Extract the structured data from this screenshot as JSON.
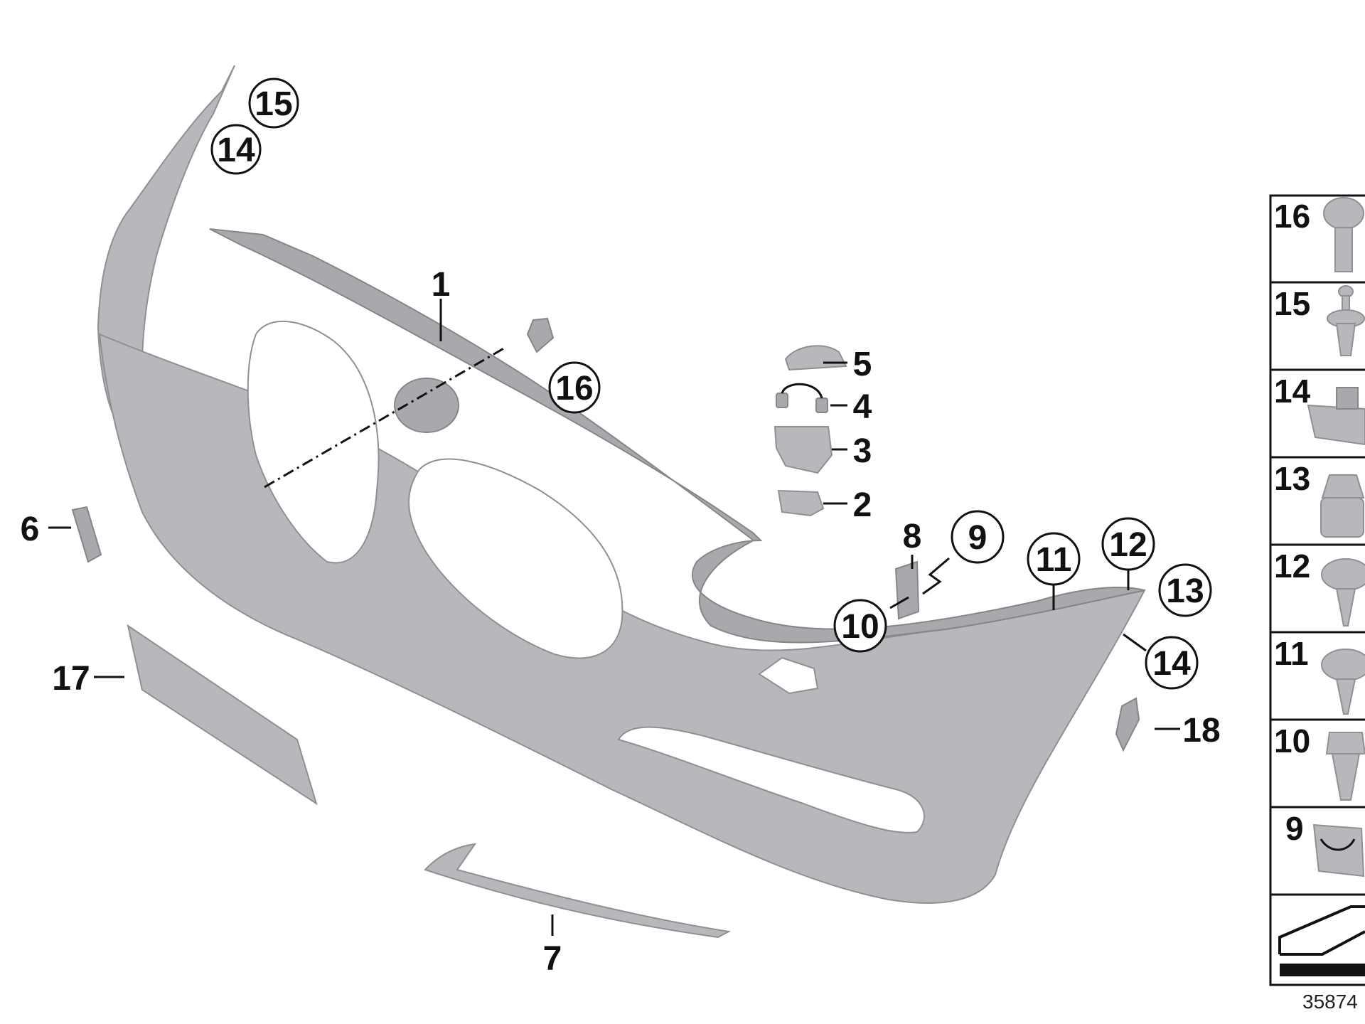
{
  "diagram": {
    "callouts": {
      "c1": "1",
      "c2": "2",
      "c3": "3",
      "c4": "4",
      "c5": "5",
      "c6": "6",
      "c7": "7",
      "c8": "8",
      "c9": "9",
      "c10": "10",
      "c11": "11",
      "c12": "12",
      "c13": "13",
      "c14a": "14",
      "c14b": "14",
      "c15": "15",
      "c16": "16",
      "c17": "17",
      "c18": "18"
    },
    "legend": [
      "16",
      "15",
      "14",
      "13",
      "12",
      "11",
      "10",
      "9"
    ],
    "drawing_number": "35874",
    "colors": {
      "part_fill": "#b6b8bb",
      "part_stroke": "#8e9093",
      "line": "#111111"
    }
  }
}
